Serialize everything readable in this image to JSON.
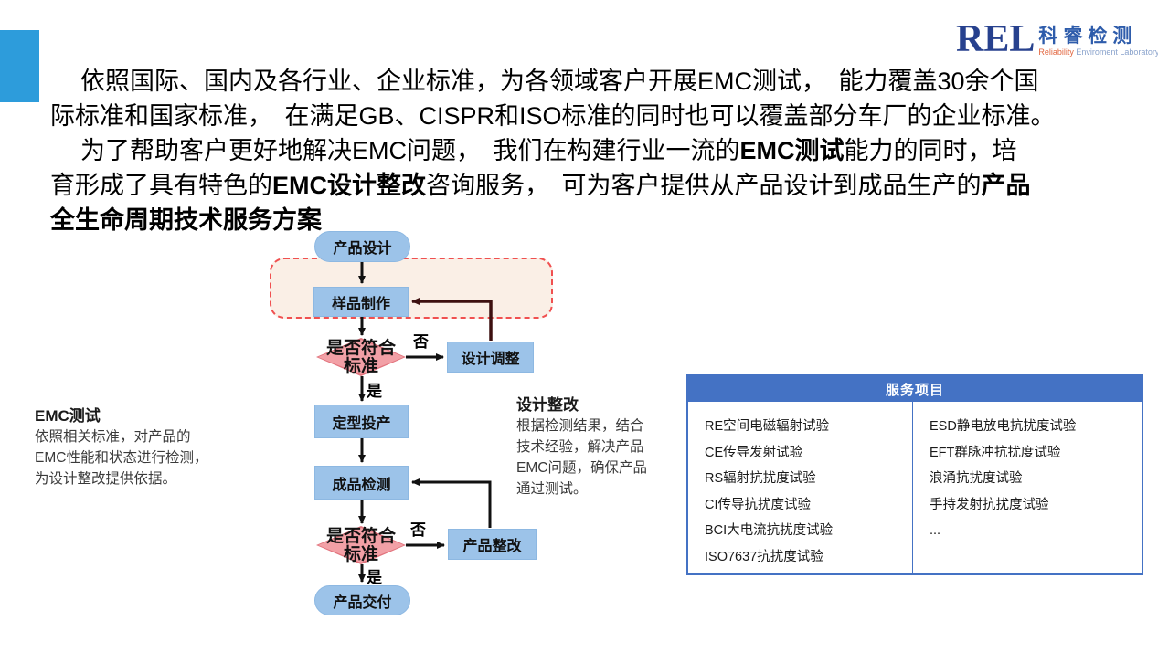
{
  "logo": {
    "abbr": "REL",
    "name": "科睿检测",
    "subtitle_highlight": "Reliability",
    "subtitle_rest": " Enviroment Laboratory"
  },
  "intro": {
    "line1": "依照国际、国内及各行业、企业标准，为各领域客户开展EMC测试，　能力覆盖30余个国",
    "line2": "际标准和国家标准，　在满足GB、CISPR和ISO标准的同时也可以覆盖部分车厂的企业标准。",
    "line3_a": "为了帮助客户更好地解决EMC问题，　我们在构建行业一流的",
    "line3_b": "EMC测试",
    "line3_c": "能力的同时，培",
    "line4_a": "育形成了具有特色的",
    "line4_b": "EMC设计整改",
    "line4_c": "咨询服务，　可为客户提供从产品设计到成品生产的",
    "line4_d": "产品",
    "line5": "全生命周期技术服务方案"
  },
  "flowchart": {
    "nodes": {
      "design": "产品设计",
      "sample": "样品制作",
      "decision1": "是否符合标准",
      "adjust": "设计调整",
      "finalize": "定型投产",
      "inspect": "成品检测",
      "decision2": "是否符合标准",
      "rework": "产品整改",
      "deliver": "产品交付"
    },
    "labels": {
      "no1": "否",
      "yes1": "是",
      "no2": "否",
      "yes2": "是"
    }
  },
  "annotations": {
    "left": {
      "title": "EMC测试",
      "lines": [
        "依照相关标准，对产品的",
        "EMC性能和状态进行检测，",
        "为设计整改提供依据。"
      ]
    },
    "right": {
      "title": "设计整改",
      "lines": [
        "根据检测结果，结合",
        "技术经验，解决产品",
        "EMC问题，确保产品",
        "通过测试。"
      ]
    }
  },
  "service_table": {
    "header": "服务项目",
    "left": [
      "RE空间电磁辐射试验",
      "CE传导发射试验",
      "RS辐射抗扰度试验",
      "CI传导抗扰度试验",
      "BCI大电流抗扰度试验",
      "ISO7637抗扰度试验"
    ],
    "right": [
      "ESD静电放电抗扰度试验",
      "EFT群脉冲抗扰度试验",
      "浪涌抗扰度试验",
      "手持发射抗扰度试验",
      "..."
    ]
  },
  "colors": {
    "accent_bar": "#2d9cdb",
    "flow_box": "#9cc3e9",
    "diamond": "#f2a0a6",
    "dashed_fill": "#faefe6",
    "dashed_border": "#f05050",
    "table_header": "#4472c4",
    "loop_arrow_dark": "#3d1010",
    "logo_blue": "#27418e",
    "logo_orange": "#e2663f"
  }
}
